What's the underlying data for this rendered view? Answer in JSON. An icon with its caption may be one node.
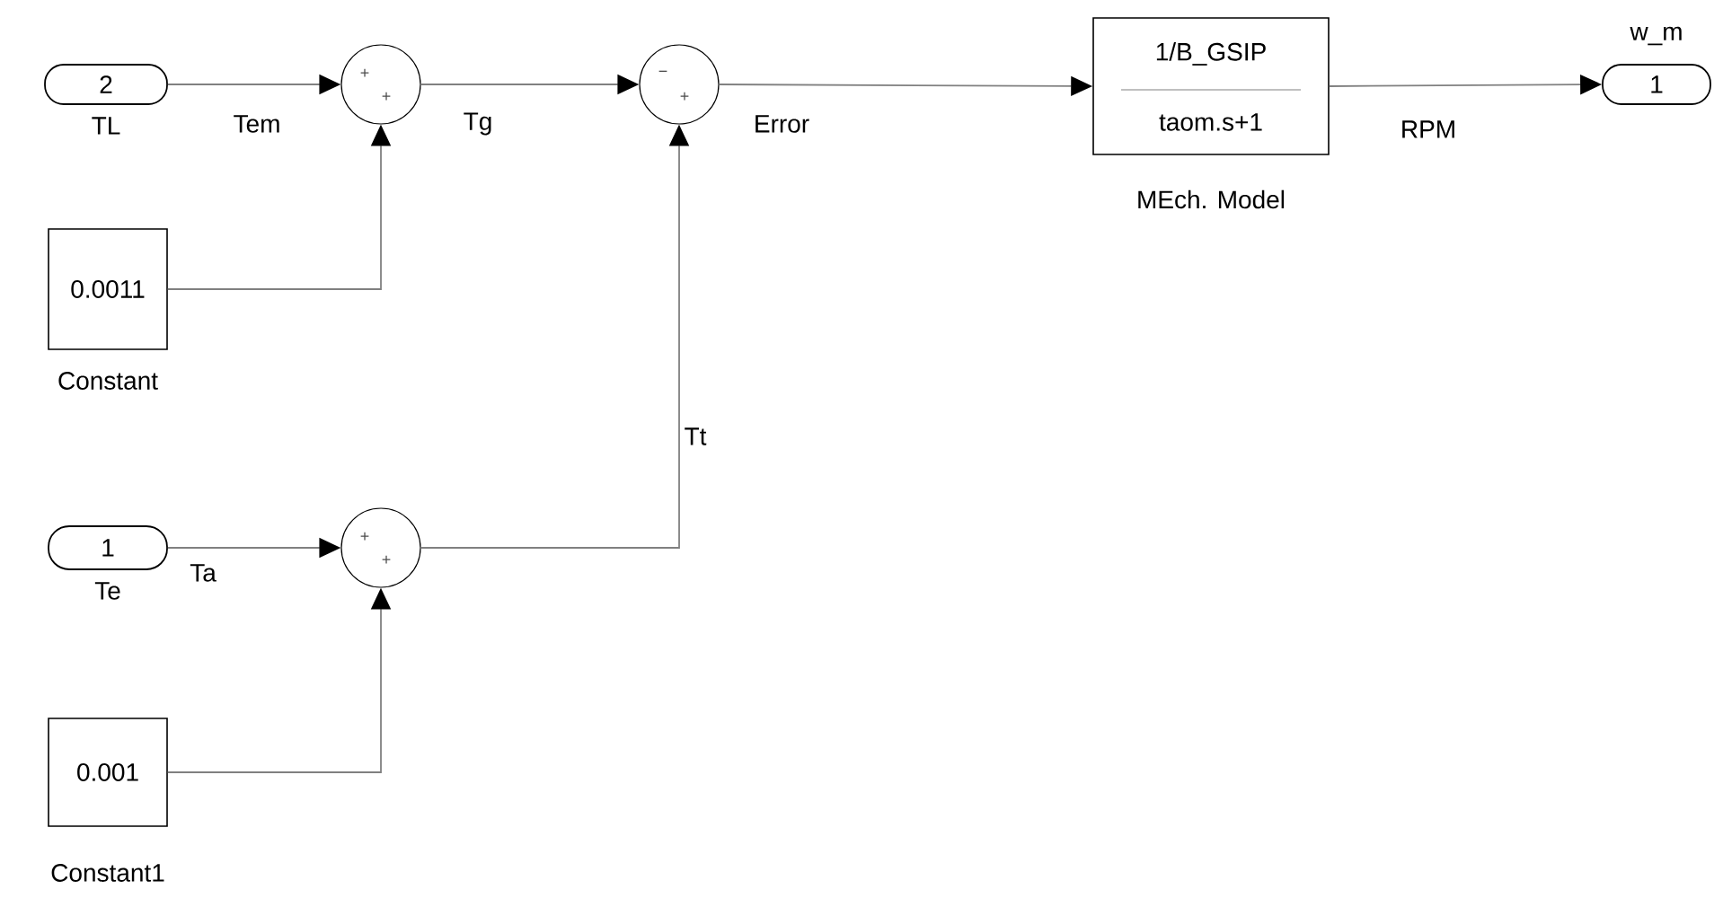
{
  "diagram": {
    "nodes": [
      {
        "text": [
          "2"
        ],
        "beside": [
          "TL"
        ]
      },
      {
        "text": [
          "0.0011"
        ],
        "beside": [
          "Constant"
        ]
      },
      {
        "text": [
          "+",
          "+"
        ]
      },
      {
        "text": [
          "−",
          "+"
        ]
      },
      {
        "text": [
          "1/B_GSIP",
          "taom.s+1"
        ],
        "beside": [
          "MEch. Model"
        ]
      },
      {
        "text": [
          "1"
        ],
        "beside": [
          "w_m"
        ]
      },
      {
        "text": [
          "1"
        ],
        "beside": [
          "Te"
        ]
      },
      {
        "text": [
          "0.001"
        ],
        "beside": [
          "Constant1"
        ]
      },
      {
        "text": [
          "+",
          "+"
        ]
      }
    ],
    "edges": [
      {
        "from": 0,
        "to": 2,
        "arrow": "to",
        "label": "Tem"
      },
      {
        "from": 1,
        "to": 2,
        "arrow": "to"
      },
      {
        "from": 2,
        "to": 3,
        "arrow": "to",
        "label": "Tg"
      },
      {
        "from": 3,
        "to": 4,
        "arrow": "to",
        "label": "Error"
      },
      {
        "from": 4,
        "to": 5,
        "arrow": "to",
        "label": "RPM"
      },
      {
        "from": 6,
        "to": 8,
        "arrow": "to",
        "label": "Ta"
      },
      {
        "from": 7,
        "to": 8,
        "arrow": "to"
      },
      {
        "from": 8,
        "to": 3,
        "arrow": "to",
        "label": "Tt"
      }
    ]
  }
}
